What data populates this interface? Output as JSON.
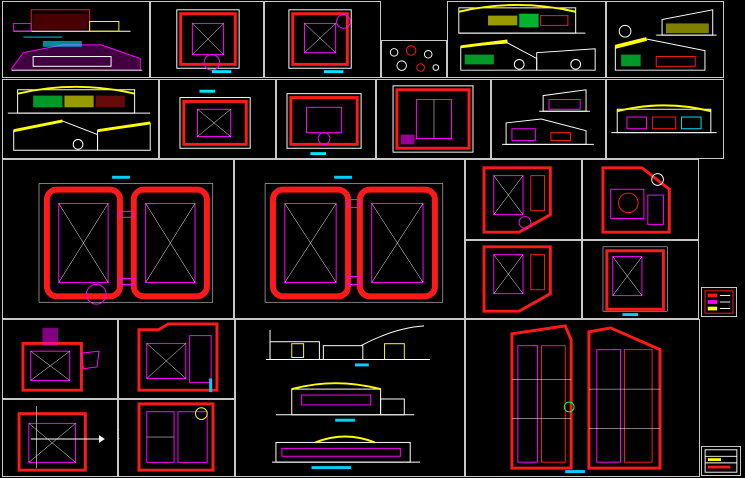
{
  "viewport": {
    "background": "#000000"
  },
  "colors": {
    "frame": "#c8c8c8",
    "wall_red": "#ff1a1a",
    "wall_magenta": "#ff00ff",
    "line_white": "#ffffff",
    "line_yellow": "#ffff00",
    "line_cyan": "#00e5ff",
    "line_blue": "#2a4cff",
    "line_green": "#00ff40",
    "title_bar_cyan": "#00cfff"
  },
  "sheets": [
    {
      "id": "s1",
      "kind": "elevation"
    },
    {
      "id": "s2",
      "kind": "plan"
    },
    {
      "id": "s3",
      "kind": "plan"
    },
    {
      "id": "s4",
      "kind": "detail"
    },
    {
      "id": "s5",
      "kind": "elevation"
    },
    {
      "id": "s6",
      "kind": "elevation"
    },
    {
      "id": "s7",
      "kind": "elevation"
    },
    {
      "id": "s8",
      "kind": "plan"
    },
    {
      "id": "s9",
      "kind": "plan"
    },
    {
      "id": "s10",
      "kind": "plan"
    },
    {
      "id": "s11",
      "kind": "section"
    },
    {
      "id": "s12",
      "kind": "elevation"
    },
    {
      "id": "s13",
      "kind": "plan-pair"
    },
    {
      "id": "s14",
      "kind": "plan-pair"
    },
    {
      "id": "s15",
      "kind": "plan"
    },
    {
      "id": "s16",
      "kind": "plan"
    },
    {
      "id": "s17",
      "kind": "plan"
    },
    {
      "id": "s18",
      "kind": "plan"
    },
    {
      "id": "s19",
      "kind": "legend"
    },
    {
      "id": "s20",
      "kind": "plan"
    },
    {
      "id": "s21",
      "kind": "plan"
    },
    {
      "id": "s22",
      "kind": "plan"
    },
    {
      "id": "s23",
      "kind": "plan"
    },
    {
      "id": "s24",
      "kind": "section"
    },
    {
      "id": "s25",
      "kind": "plan-pair"
    },
    {
      "id": "s26",
      "kind": "title-block"
    }
  ],
  "axis_marker_glyph": "X"
}
